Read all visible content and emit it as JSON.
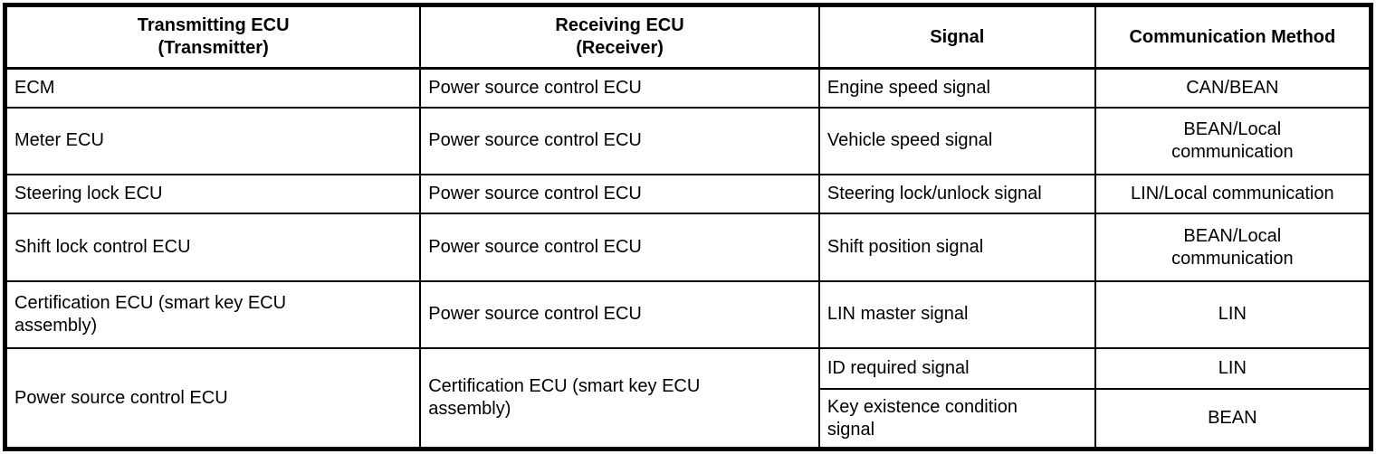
{
  "colors": {
    "border": "#000000",
    "background": "#ffffff",
    "text": "#000000"
  },
  "table": {
    "headers": {
      "transmitter": "Transmitting ECU\n(Transmitter)",
      "receiver": "Receiving ECU\n(Receiver)",
      "signal": "Signal",
      "method": "Communication Method"
    },
    "rows": [
      {
        "transmitter": "ECM",
        "receiver": "Power source control ECU",
        "signal": "Engine speed signal",
        "method": "CAN/BEAN"
      },
      {
        "transmitter": "Meter ECU",
        "receiver": "Power source control ECU",
        "signal": "Vehicle speed signal",
        "method": "BEAN/Local\ncommunication"
      },
      {
        "transmitter": "Steering lock ECU",
        "receiver": "Power source control ECU",
        "signal": "Steering lock/unlock signal",
        "method": "LIN/Local communication"
      },
      {
        "transmitter": "Shift lock control ECU",
        "receiver": "Power source control ECU",
        "signal": "Shift position signal",
        "method": "BEAN/Local\ncommunication"
      },
      {
        "transmitter": "Certification ECU (smart key ECU\nassembly)",
        "receiver": "Power source control ECU",
        "signal": "LIN master signal",
        "method": "LIN"
      },
      {
        "transmitter": "Power source control ECU",
        "receiver": "Certification ECU (smart key ECU\nassembly)",
        "signal": "ID required signal",
        "method": "LIN"
      },
      {
        "signal": "Key existence condition\nsignal",
        "method": "BEAN"
      }
    ]
  }
}
